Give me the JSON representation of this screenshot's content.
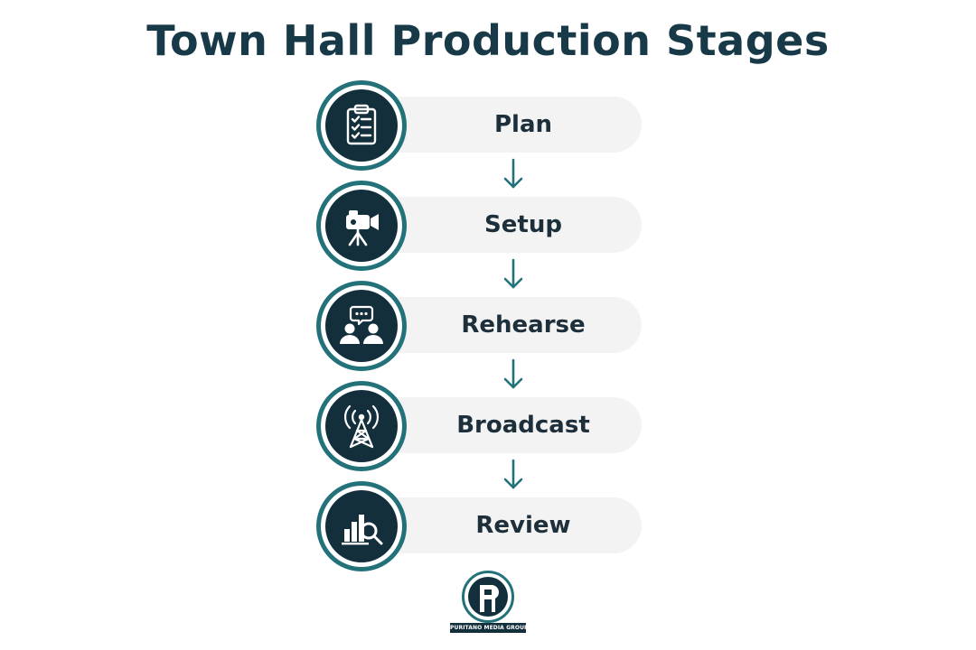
{
  "title": "Town Hall Production Stages",
  "colors": {
    "title": "#183a48",
    "ring": "#23727a",
    "icon_bg": "#142f3c",
    "pill_bg": "#f3f3f3",
    "label": "#1d2f3a",
    "arrow": "#23727a"
  },
  "stages": [
    {
      "label": "Plan",
      "icon": "clipboard-checklist-icon"
    },
    {
      "label": "Setup",
      "icon": "video-camera-tripod-icon"
    },
    {
      "label": "Rehearse",
      "icon": "people-speech-bubble-icon"
    },
    {
      "label": "Broadcast",
      "icon": "broadcast-tower-icon"
    },
    {
      "label": "Review",
      "icon": "bar-chart-magnifier-icon"
    }
  ],
  "logo": {
    "name": "PURITANO MEDIA GROUP",
    "icon": "puritano-media-group-logo-icon"
  }
}
